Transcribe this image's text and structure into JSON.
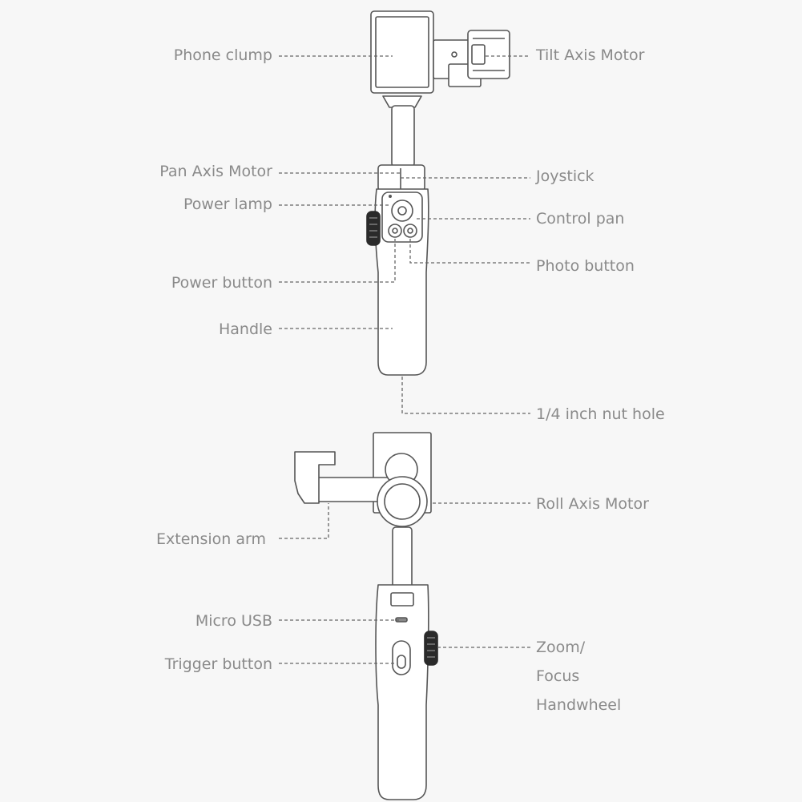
{
  "diagram": {
    "front_labels": {
      "phone_clump": "Phone clump",
      "tilt_axis_motor": "Tilt Axis Motor",
      "pan_axis_motor": "Pan Axis Motor",
      "joystick": "Joystick",
      "power_lamp": "Power lamp",
      "control_pan": "Control pan",
      "photo_button": "Photo button",
      "power_button": "Power button",
      "handle": "Handle",
      "nut_hole": "1/4 inch nut hole"
    },
    "back_labels": {
      "roll_axis_motor": "Roll Axis Motor",
      "extension_arm": "Extension arm",
      "micro_usb": "Micro USB",
      "trigger_button": "Trigger button",
      "zoom_line1": "Zoom/",
      "zoom_line2": "Focus",
      "zoom_line3": "Handwheel"
    },
    "colors": {
      "background": "#f7f7f7",
      "outline": "#555555",
      "fill": "#ffffff",
      "knob": "#2a2a2a",
      "leader": "#666666",
      "text": "#8a8a8a"
    }
  }
}
